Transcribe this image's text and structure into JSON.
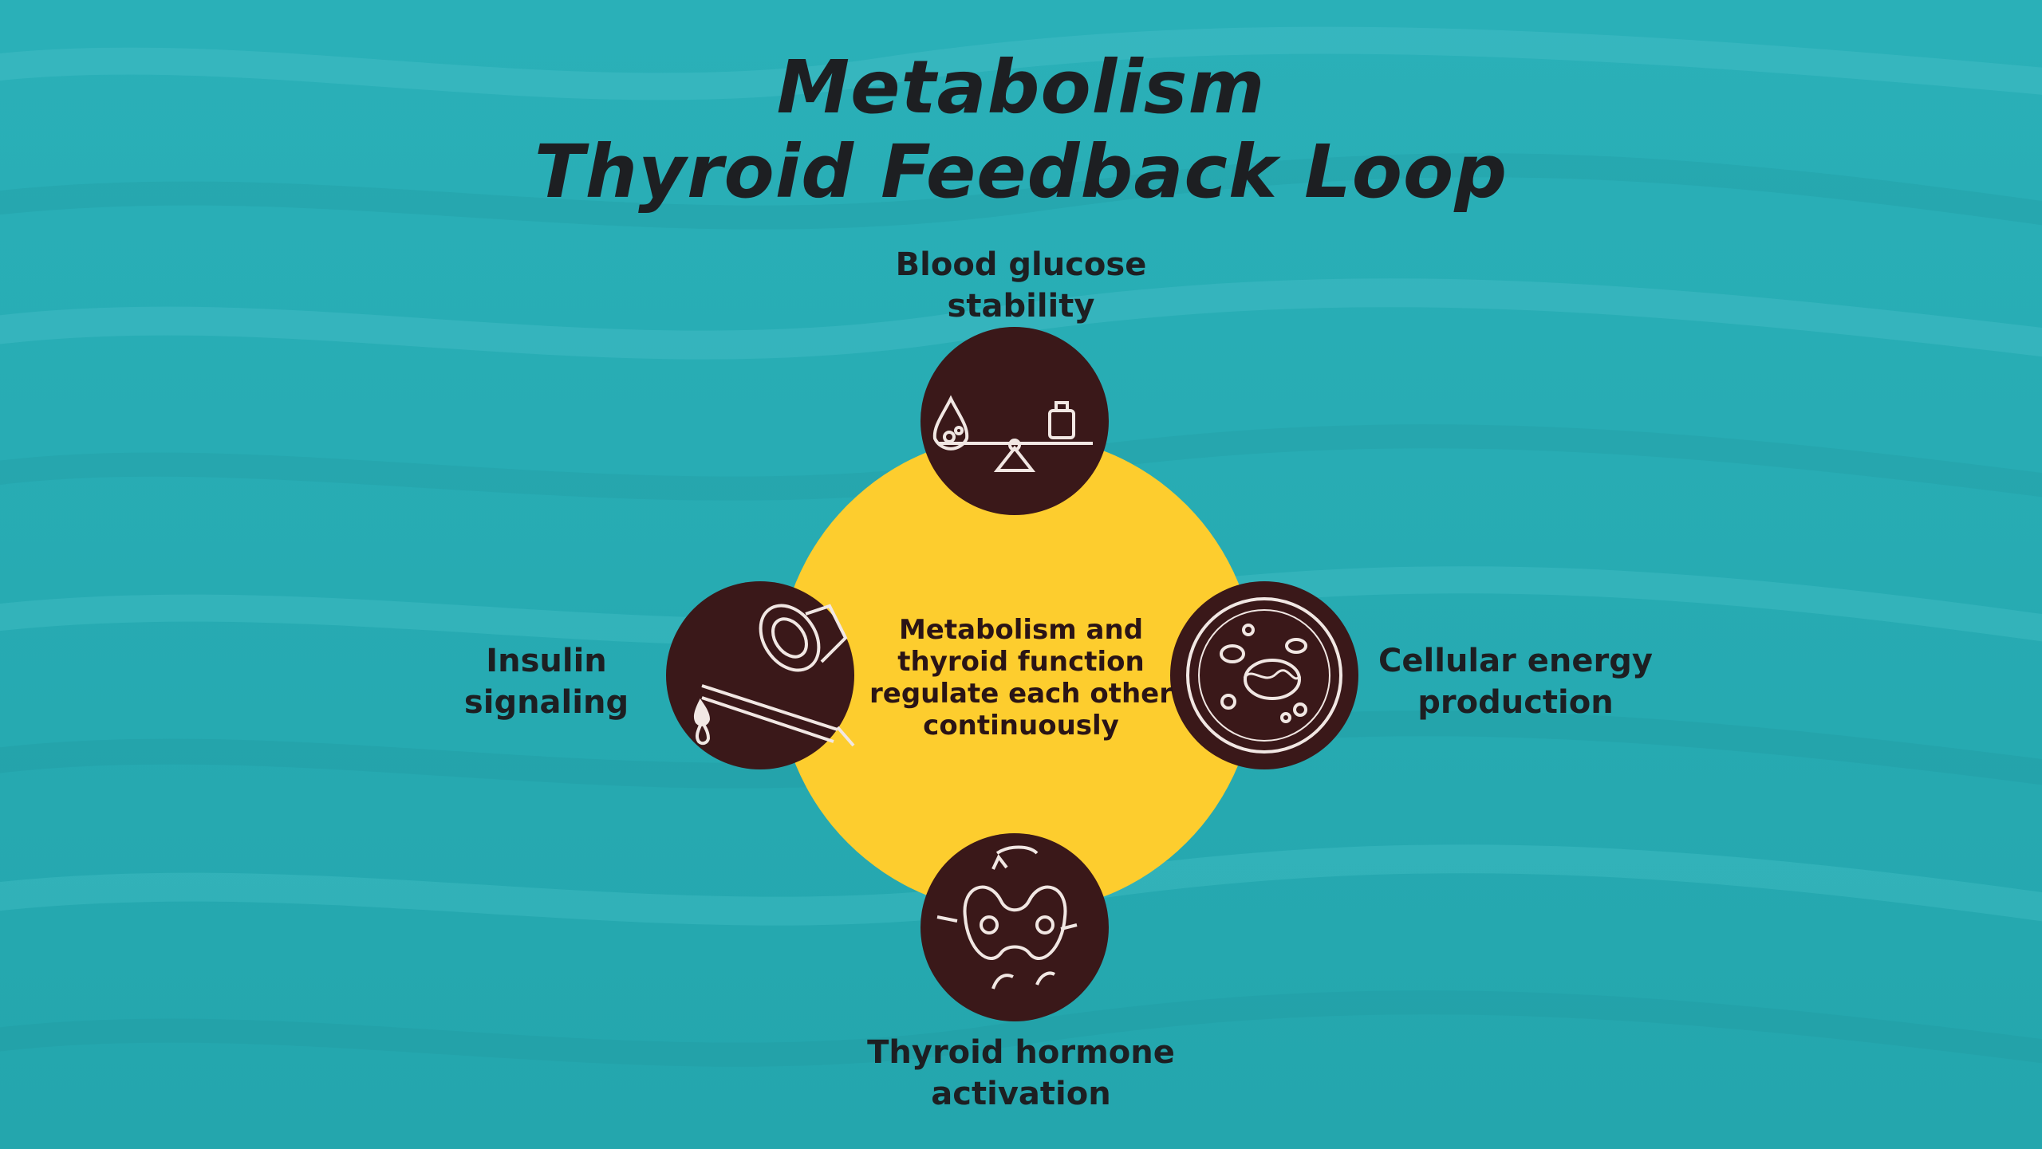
{
  "title": {
    "line1": "Metabolism",
    "line2": "Thyroid Feedback Loop"
  },
  "center": {
    "lines": [
      "Metabolism and",
      "thyroid function",
      "regulate each other",
      "continuously"
    ]
  },
  "nodes": {
    "top": {
      "lines": [
        "Blood glucose",
        "stability"
      ],
      "icon": "scale-balance-icon"
    },
    "left": {
      "lines": [
        "Insulin",
        "signaling"
      ],
      "icon": "insulin-vial-syringe-icon"
    },
    "right": {
      "lines": [
        "Cellular energy",
        "production"
      ],
      "icon": "cell-icon"
    },
    "bottom": {
      "lines": [
        "Thyroid hormone",
        "activation"
      ],
      "icon": "thyroid-gland-icon"
    }
  },
  "colors": {
    "background": "#2aabb3",
    "center_disc": "#fdcd2e",
    "icon_disc": "#3a1819",
    "text": "#1d1f22"
  }
}
